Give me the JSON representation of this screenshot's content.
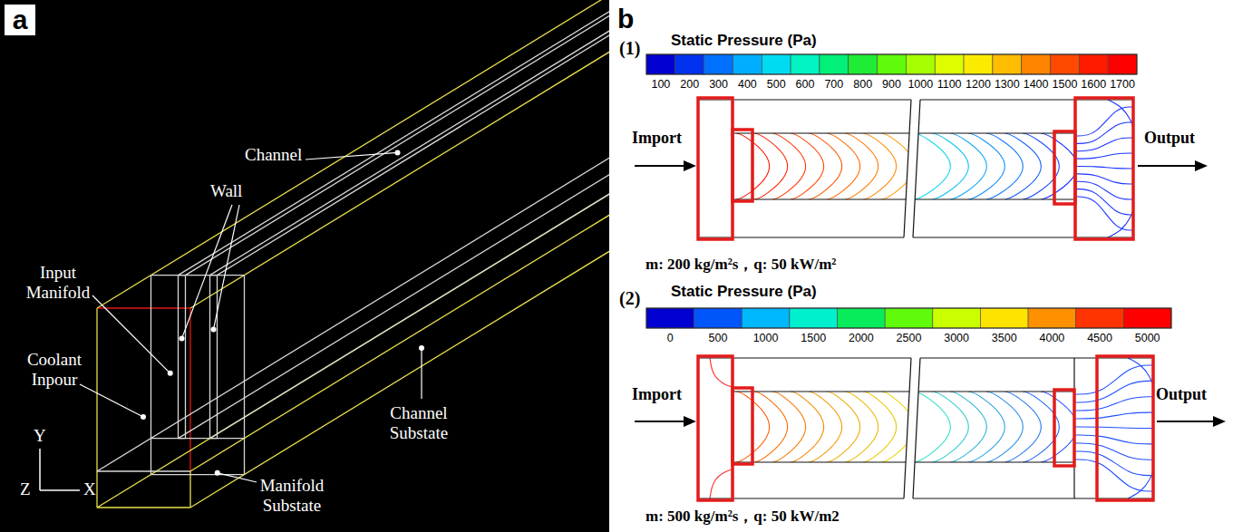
{
  "diagram": {
    "labels": [
      "a",
      "Channel",
      "Wall",
      "Input Manifold",
      "Coolant Inpour",
      "Channel Substate",
      "Y",
      "Z",
      "X",
      "Manifold Substate",
      "b",
      "(1)",
      "Static Pressure (Pa)",
      "100",
      "200",
      "300",
      "400",
      "500",
      "600",
      "700",
      "800",
      "900",
      "1000",
      "1100",
      "1200",
      "1300",
      "1400",
      "1500",
      "1600",
      "1700",
      "Import",
      "Output",
      "m: 200 kg/m²s，q: 50 kW/m²",
      "(2)",
      "Static Pressure (Pa)",
      "0",
      "500",
      "1000",
      "1500",
      "2000",
      "2500",
      "3000",
      "3500",
      "4000",
      "4500",
      "5000",
      "Import",
      "Output",
      "m: 500 kg/m²s，q: 50 kW/m2"
    ]
  }
}
